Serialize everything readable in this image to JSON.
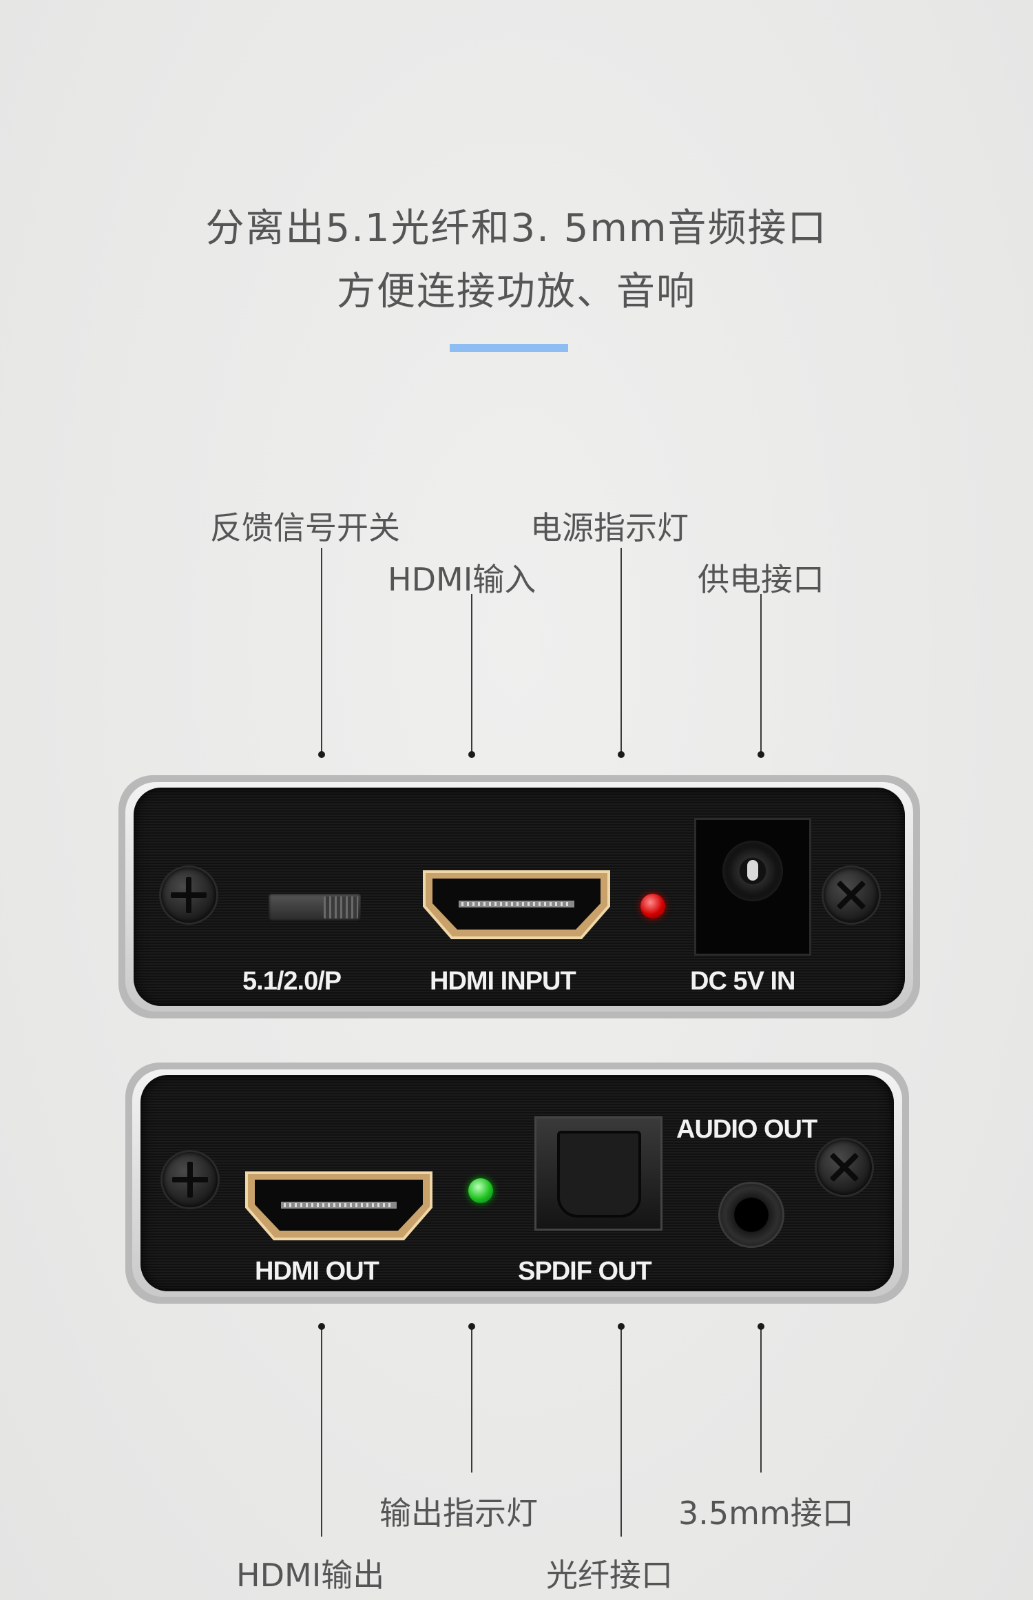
{
  "header": {
    "line1": "分离出5.1光纤和3. 5mm音频接口",
    "line2": "方便连接功放、音响"
  },
  "top_callouts": {
    "feedback_switch": "反馈信号开关",
    "power_led": "电源指示灯",
    "hdmi_input": "HDMI输入",
    "power_port": "供电接口"
  },
  "top_panel": {
    "switch_label": "5.1/2.0/P",
    "hdmi_label": "HDMI INPUT",
    "dc_label": "DC 5V IN"
  },
  "bottom_panel": {
    "hdmi_label": "HDMI OUT",
    "spdif_label": "SPDIF OUT",
    "audio_label": "AUDIO OUT"
  },
  "bottom_callouts": {
    "output_led": "输出指示灯",
    "jack_35mm": "3.5mm接口",
    "hdmi_output": "HDMI输出",
    "optical_port": "光纤接口"
  },
  "colors": {
    "accent_bar": "#8dbdf2",
    "background": "#ececeb",
    "led_power": "#d40000",
    "led_output": "#1fc21f",
    "hdmi_port_gold": "#d9b98a"
  }
}
